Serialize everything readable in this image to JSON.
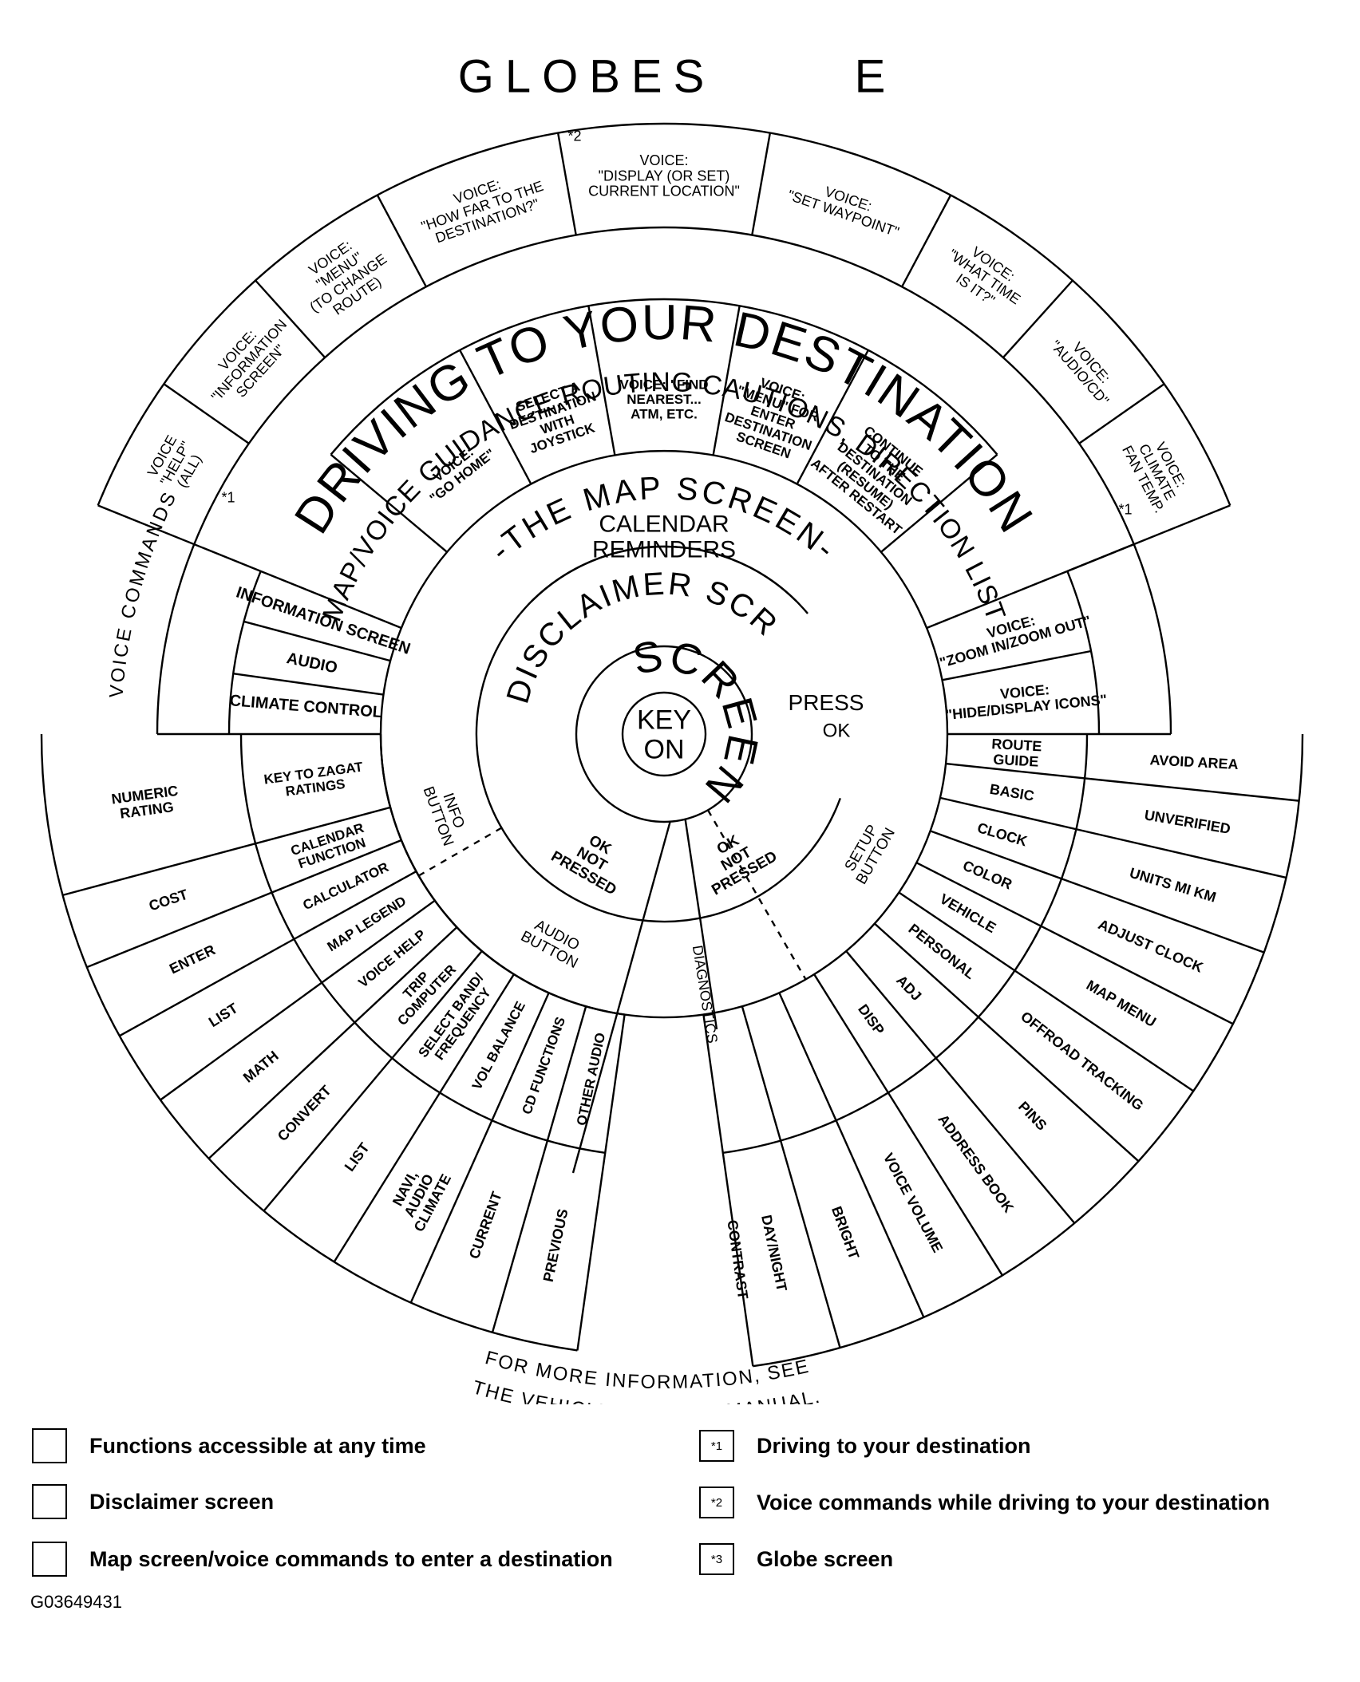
{
  "title_left": "GLOBES",
  "title_right": "E",
  "center": {
    "line1": "KEY",
    "line2": "ON"
  },
  "screen_word": "SCREEN",
  "disclaimer": {
    "title": "THE DISCLAIMER SCREEN",
    "press": "PRESS",
    "ok": "OK"
  },
  "mid_ring": {
    "ok_left": "OK",
    "not_pressed_left": [
      "NOT",
      "PRESSED"
    ],
    "ok_right": "OK",
    "not_pressed_right": [
      "NOT",
      "PRESSED"
    ],
    "diagnostics": "DIAGNOSTICS",
    "info_button": [
      "INFO",
      "BUTTON"
    ],
    "audio_button": [
      "AUDIO",
      "BUTTON"
    ],
    "setup_button": [
      "SETUP",
      "BUTTON"
    ]
  },
  "map_screen": {
    "title": "-THE MAP SCREEN-",
    "calendar": [
      "CALENDAR",
      "REMINDERS"
    ]
  },
  "driving": {
    "title": "- DRIVING TO YOUR DESTINATION -",
    "subtitle": "(MAP/VOICE GUIDANCE,ROUTING CAUTIONS, DIRECTION LIST)"
  },
  "inner_destination": [
    [
      "VOICE:",
      "\"GO HOME\""
    ],
    [
      "SELECT A",
      "DESTINATION",
      "WITH",
      "JOYSTICK"
    ],
    [
      "VOICE: \"FIND",
      "NEAREST...",
      "ATM, ETC."
    ],
    [
      "VOICE:",
      "\"MENU\" FOR",
      "ENTER",
      "DESTINATION",
      "SCREEN"
    ],
    [
      "CONTINUE",
      "TO THE",
      "DESTINATION",
      "(RESUME)",
      "AFTER RESTART"
    ]
  ],
  "voice_ring": [
    [
      "VOICE",
      "\"HELP\"",
      "(ALL)"
    ],
    [
      "VOICE:",
      "\"INFORMATION",
      "SCREEN\""
    ],
    [
      "VOICE:",
      "\"MENU\"",
      "(TO CHANGE",
      "ROUTE)"
    ],
    [
      "VOICE:",
      "\"HOW FAR TO THE",
      "DESTINATION?\""
    ],
    [
      "VOICE:",
      "\"DISPLAY (OR SET)",
      "CURRENT LOCATION\""
    ],
    [
      "VOICE:",
      "\"SET WAYPOINT\""
    ],
    [
      "VOICE:",
      "\"WHAT TIME",
      "IS IT?\""
    ],
    [
      "VOICE:",
      "\"AUDIO/CD\""
    ],
    [
      "VOICE:",
      "CLIMATE",
      "FAN TEMP."
    ]
  ],
  "star1": "*1",
  "star2": "*2",
  "voice_commands_label": "VOICE COMMANDS",
  "left_upper": [
    "INFORMATION SCREEN",
    "AUDIO",
    "CLIMATE CONTROL"
  ],
  "right_upper": [
    [
      "VOICE:",
      "\"ZOOM IN/ZOOM OUT\""
    ],
    [
      "VOICE:",
      "\"HIDE/DISPLAY ICONS\""
    ]
  ],
  "left_lower_inner": [
    "KEY TO ZAGAT RATINGS",
    "CALENDAR FUNCTION",
    "CALCULATOR",
    "MAP LEGEND",
    "VOICE HELP",
    "TRIP COMPUTER",
    "SELECT BAND/ FREQUENCY",
    "VOL BALANCE",
    "CD FUNCTIONS",
    "OTHER AUDIO"
  ],
  "left_lower_outer": [
    "NUMERIC RATING",
    "COST",
    "ENTER",
    "LIST",
    "MATH",
    "CONVERT",
    "LIST",
    "NAVI, AUDIO CLIMATE",
    "CURRENT",
    "PREVIOUS"
  ],
  "right_lower_inner": [
    "ROUTE GUIDE",
    "BASIC",
    "CLOCK",
    "COLOR",
    "VEHICLE",
    "PERSONAL",
    "ADJ",
    "DISP"
  ],
  "right_lower_outer": [
    "AVOID AREA",
    "UNVERIFIED",
    "UNITS MI KM",
    "ADJUST CLOCK",
    "MAP MENU",
    "OFFROAD TRACKING",
    "PINS",
    "ADDRESS BOOK",
    "VOICE VOLUME",
    "BRIGHT",
    "DAY/NIGHT",
    "CONTRAST"
  ],
  "more_info": [
    "FOR MORE INFORMATION, SEE",
    "THE VEHICLE OWNER'S MANUAL."
  ],
  "legend": [
    {
      "key": "",
      "text": "Functions accessible at any time"
    },
    {
      "key": "",
      "text": "Disclaimer screen"
    },
    {
      "key": "",
      "text": "Map screen/voice commands to enter a destination"
    },
    {
      "key": "*1",
      "text": "Driving to your destination"
    },
    {
      "key": "*2",
      "text": "Voice commands while driving to your destination"
    },
    {
      "key": "*3",
      "text": "Globe screen"
    }
  ],
  "figure_id": "G03649431"
}
